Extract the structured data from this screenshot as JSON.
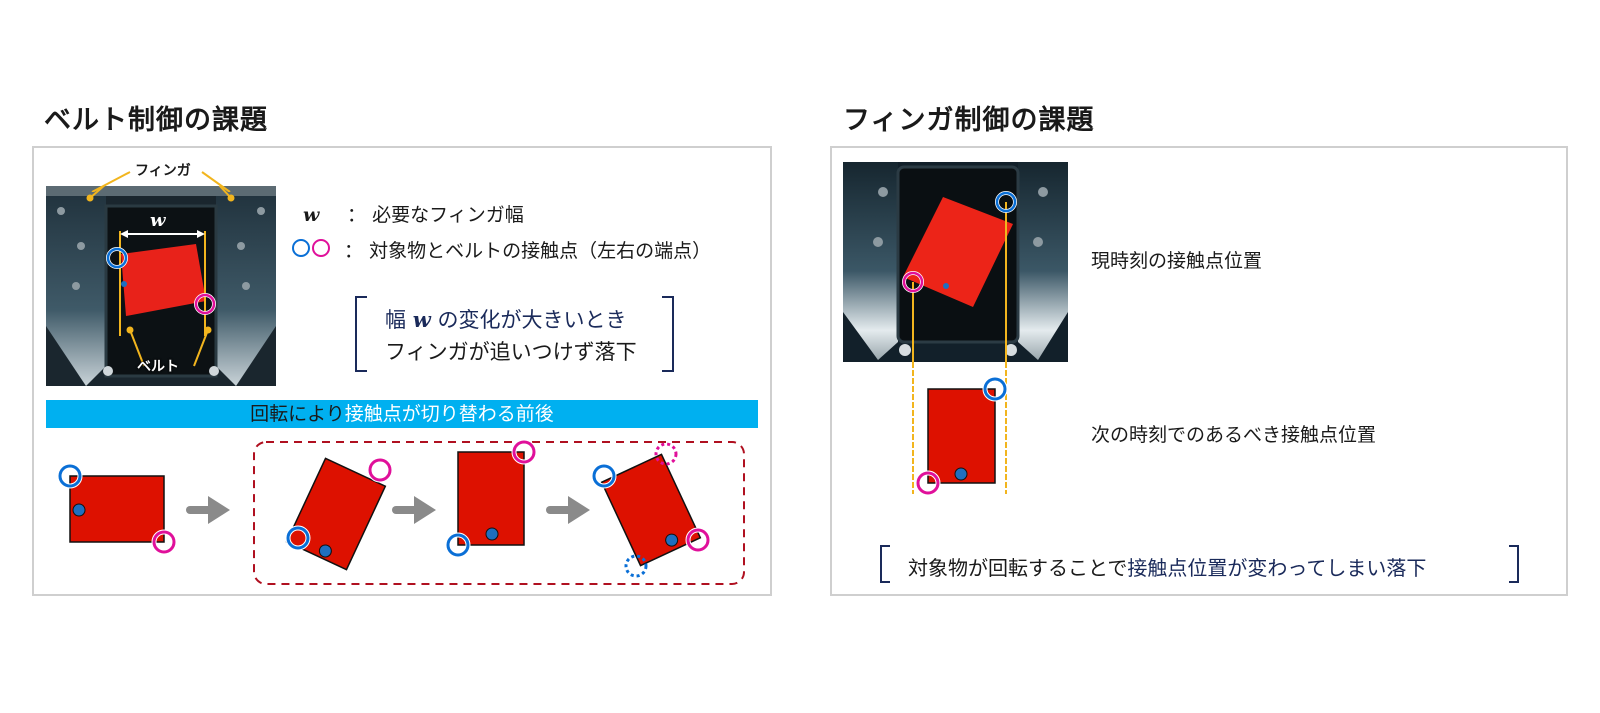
{
  "left_section": {
    "title": "ベルト制御の課題",
    "photo_labels": {
      "finger": "フィンガ",
      "belt": "ベルト",
      "width_symbol": "w"
    },
    "legend": [
      {
        "symbol": "w",
        "separator": "：",
        "text": "必要なフィンガ幅"
      },
      {
        "symbol": "○○",
        "separator": "：",
        "text": "対象物とベルトの接触点（左右の端点）"
      }
    ],
    "callout": {
      "line1_prefix": "幅",
      "line1_symbol": "w",
      "line1_suffix": "の変化が大きいとき",
      "line2": "フィンガが追いつけず落下"
    },
    "banner": {
      "part1": "回転により",
      "part2": "接触点が切り替わる前後"
    },
    "sequence_steps": [
      {
        "state": "initial",
        "rotation_deg": 0
      },
      {
        "state": "rotating",
        "rotation_deg": 25
      },
      {
        "state": "upright",
        "rotation_deg": 0
      },
      {
        "state": "switched",
        "rotation_deg": -25
      }
    ]
  },
  "right_section": {
    "title": "フィンガ制御の課題",
    "label_current": "現時刻の接触点位置",
    "label_next": "次の時刻でのあるべき接触点位置",
    "callout": {
      "part1": "対象物が回転することで",
      "part2": "接触点位置が変わってしまい落下"
    }
  },
  "colors": {
    "blue_contact": "#0a6fd6",
    "magenta_contact": "#e0109a",
    "object_red": "#dd1100",
    "center_dot": "#1f6fbf",
    "banner_bg": "#00b0f0",
    "guide_yellow": "#f2b51e",
    "dashed_frame": "#b01020",
    "arrow_gray": "#8a8a8a",
    "navy_text": "#1a2a5a"
  }
}
